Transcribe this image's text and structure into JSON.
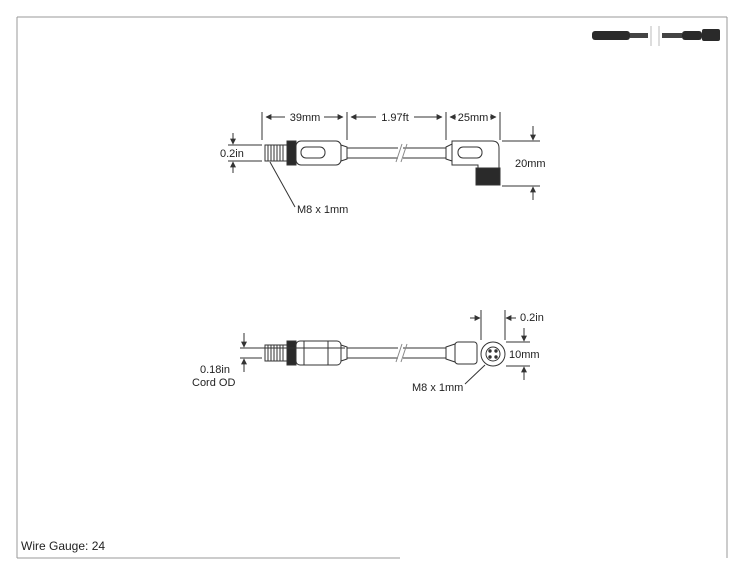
{
  "top_view": {
    "dim_male_length": "39mm",
    "dim_cable_length": "1.97ft",
    "dim_female_length": "25mm",
    "dim_male_diameter": "0.2in",
    "dim_right_angle_height": "20mm",
    "thread_callout": "M8 x 1mm"
  },
  "bottom_view": {
    "dim_cord_od_value": "0.18in",
    "dim_cord_od_label": "Cord OD",
    "dim_face_width": "0.2in",
    "dim_face_height": "10mm",
    "thread_callout": "M8 x 1mm"
  },
  "footer": {
    "wire_gauge": "Wire Gauge: 24"
  },
  "colors": {
    "line": "#333333",
    "frame": "#999999",
    "thumb_dark": "#2a2a2a"
  }
}
